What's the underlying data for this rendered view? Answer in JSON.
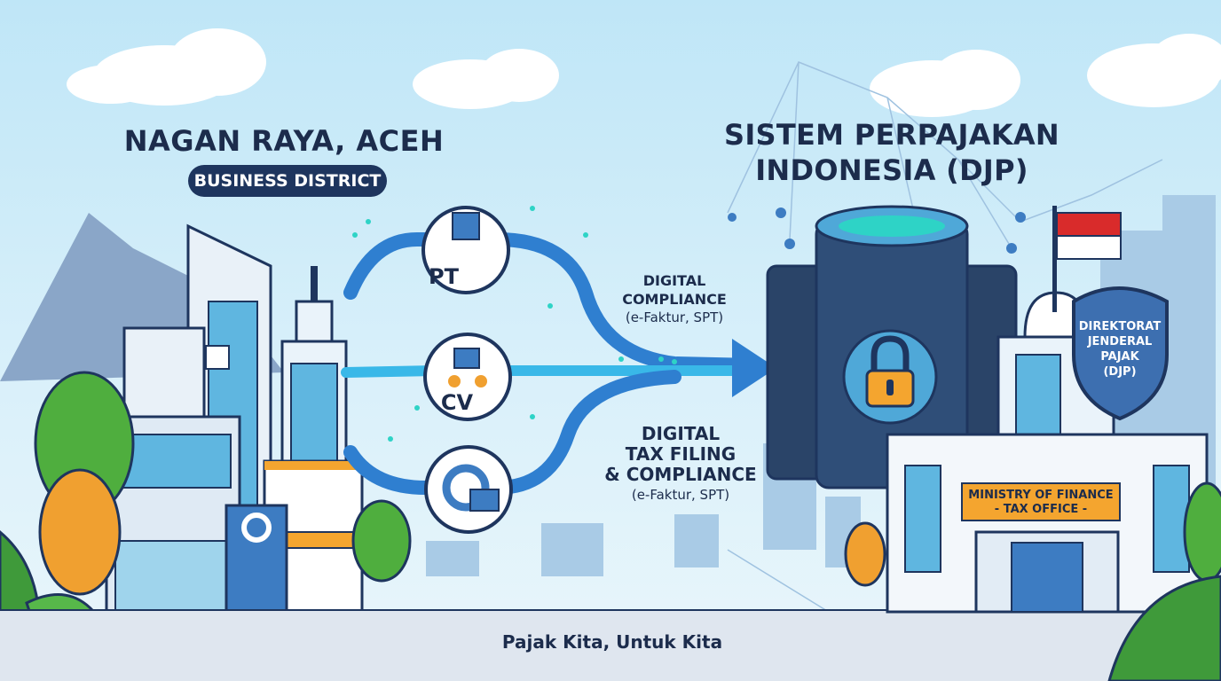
{
  "left": {
    "title": "NAGAN RAYA, ACEH",
    "badge": "BUSINESS DISTRICT"
  },
  "right": {
    "title_line1": "SISTEM PERPAJAKAN",
    "title_line2": "INDONESIA (DJP)"
  },
  "entities": {
    "pt": "PT",
    "cv": "CV"
  },
  "compliance_top": {
    "line1": "DIGITAL",
    "line2": "COMPLIANCE",
    "line3": "(e-Faktur, SPT)"
  },
  "compliance_bottom": {
    "line1": "DIGITAL",
    "line2": "TAX FILING",
    "line3": "& COMPLIANCE",
    "line4": "(e-Faktur, SPT)"
  },
  "shield": {
    "line1": "DIREKTORAT",
    "line2": "JENDERAL",
    "line3": "PAJAK",
    "line4": "(DJP)"
  },
  "sign": {
    "line1": "MINISTRY OF FINANCE",
    "line2": "- TAX OFFICE -"
  },
  "tagline": "Pajak Kita, Untuk Kita",
  "colors": {
    "navy": "#1e355e",
    "sky": "#bfe6f7",
    "flow": "#2f7fd0",
    "accent_teal": "#2ed3c6",
    "sign_orange": "#f4a52f",
    "flag_red": "#d92b2b"
  }
}
